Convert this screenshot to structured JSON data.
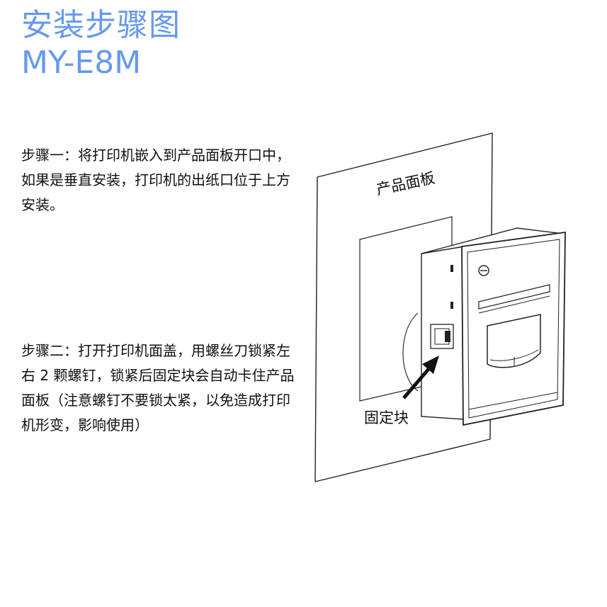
{
  "header": {
    "title": "安装步骤图",
    "model": "MY-E8M"
  },
  "steps": [
    {
      "text": "步骤一：将打印机嵌入到产品面板开口中，如果是垂直安装，打印机的出纸口位于上方安装。"
    },
    {
      "text": "步骤二：打开打印机面盖，用螺丝刀锁紧左右 2 颗螺钉，锁紧后固定块会自动卡住产品面板（注意螺钉不要锁太紧，以免造成打印机形变，影响使用）"
    }
  ],
  "diagram": {
    "panel_label": "产品面板",
    "clamp_label": "固定块"
  },
  "colors": {
    "accent": "#6699ee",
    "text": "#111111",
    "line": "#222222"
  }
}
